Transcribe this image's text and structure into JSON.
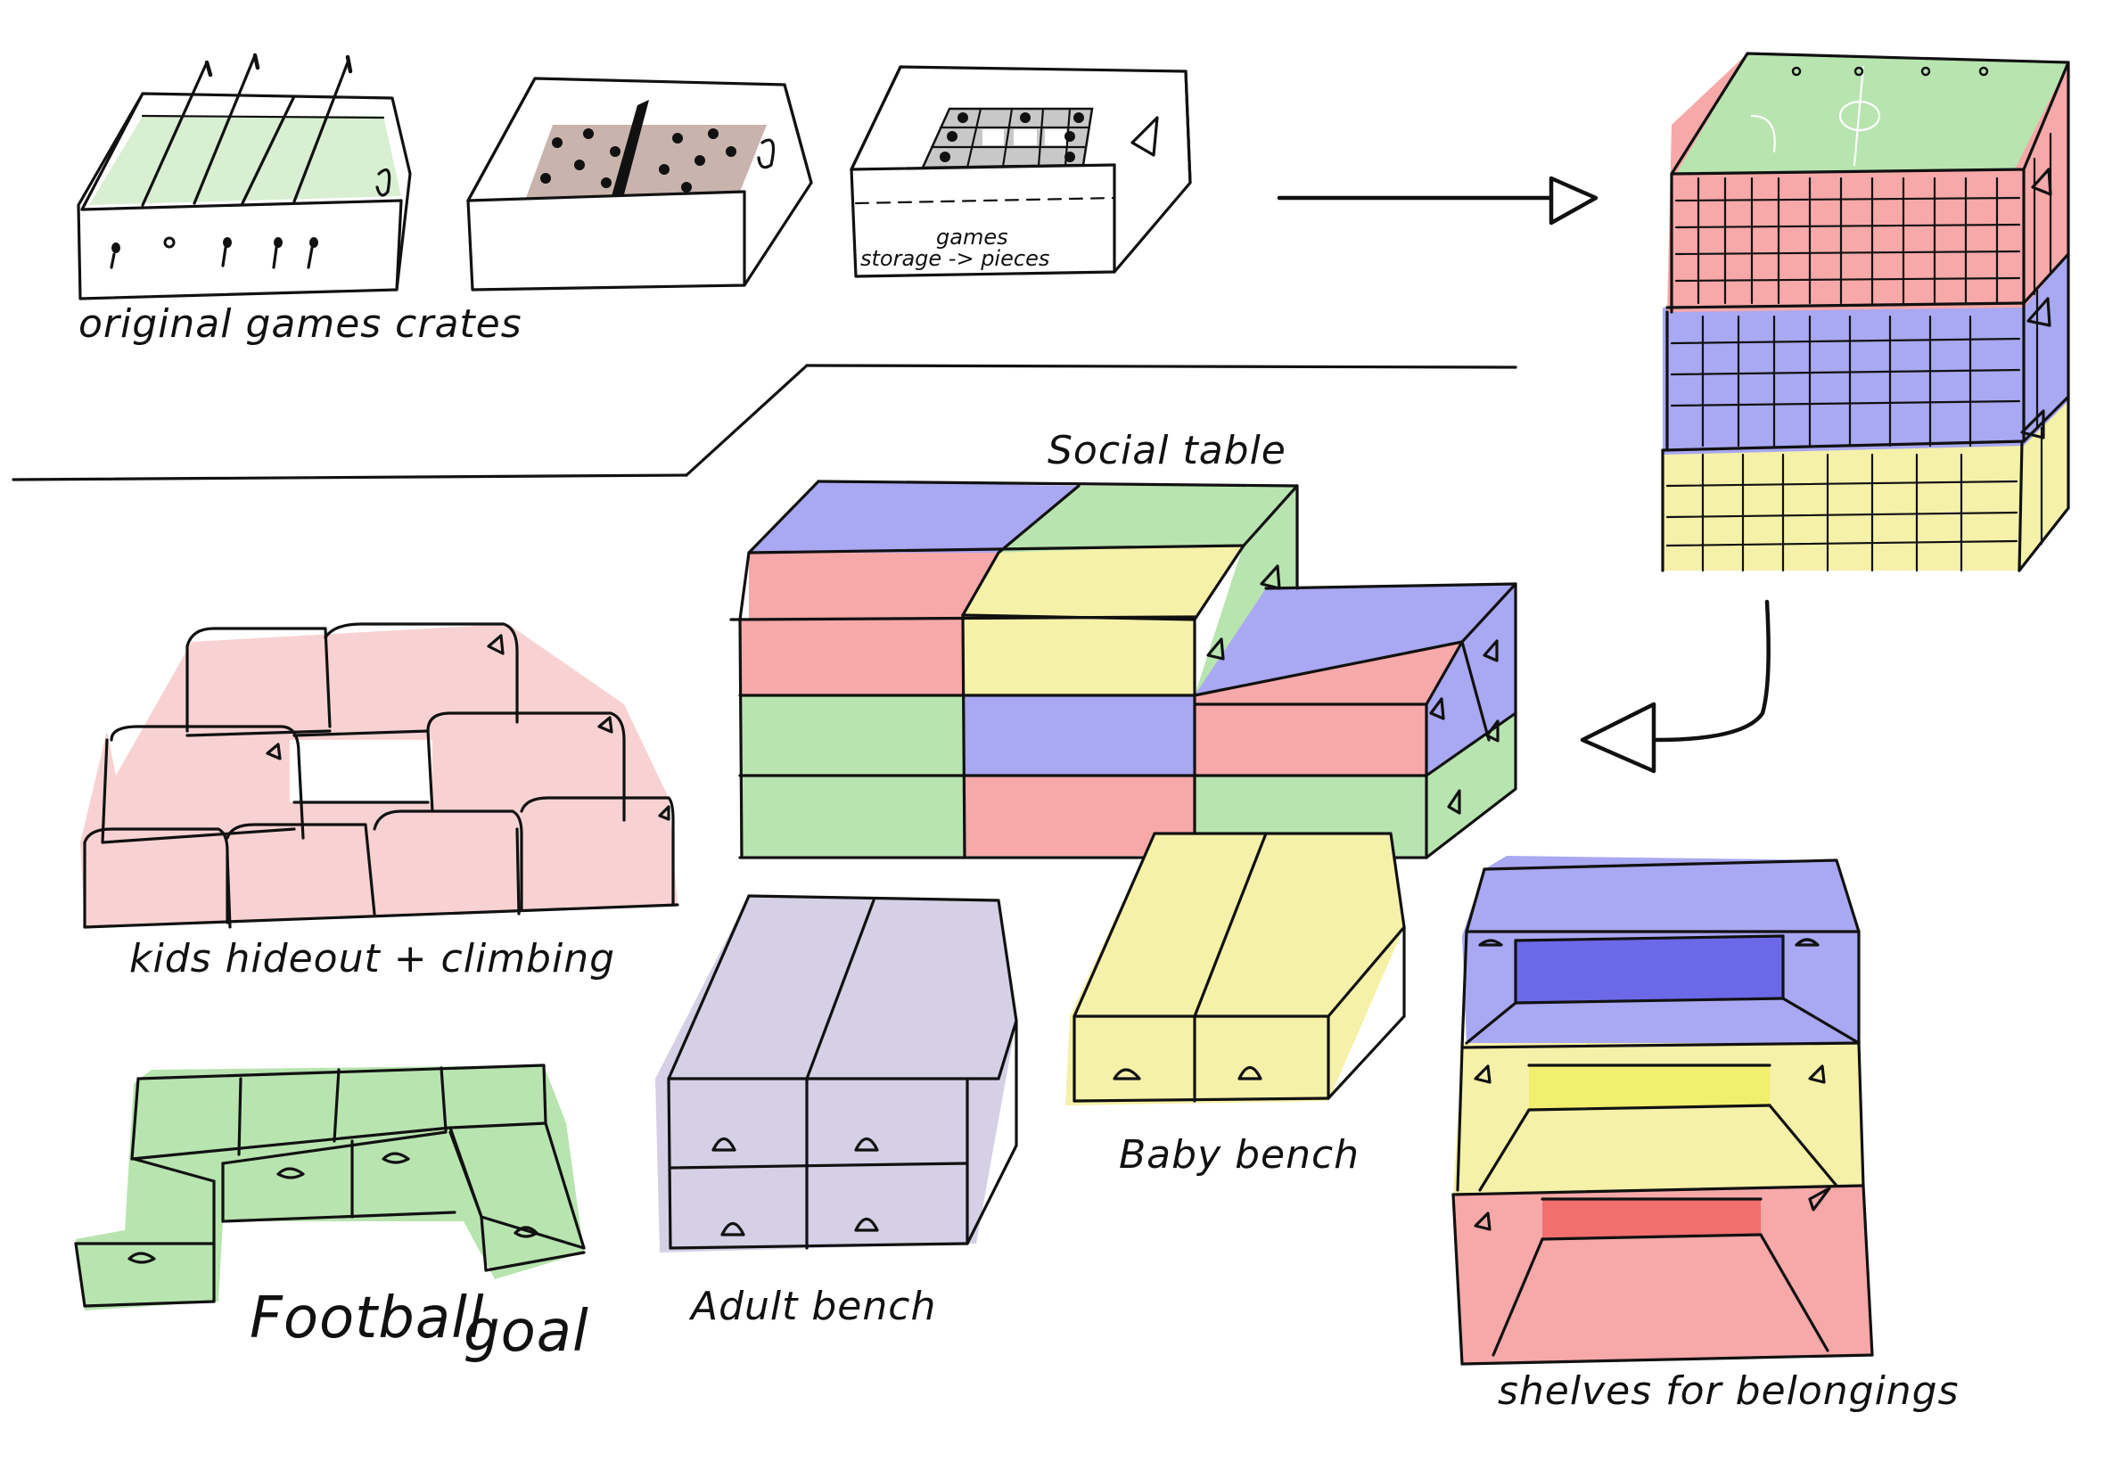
{
  "labels": {
    "original_crates": "original games crates",
    "games_storage": "games",
    "storage_pieces": "storage -> pieces",
    "social_table": "Social table",
    "kids_hideout": "kids hideout + climbing",
    "football_goal_1": "Football",
    "football_goal_2": "goal",
    "adult_bench": "Adult bench",
    "baby_bench": "Baby bench",
    "shelves": "shelves for belongings"
  },
  "colors": {
    "ink": "#111111",
    "red": "#f7a8a8",
    "blue": "#a9a8f2",
    "green": "#b8e4b0",
    "yellow": "#f6f1a8",
    "pink": "#f8d2d2",
    "lilac": "#d5d0e6",
    "foosball_field": "#d8efd2",
    "brown_board": "#c9b3ad",
    "deep_blue": "#6b69e8",
    "bright_yellow": "#f2ee6e",
    "bright_red": "#f26f6f"
  }
}
